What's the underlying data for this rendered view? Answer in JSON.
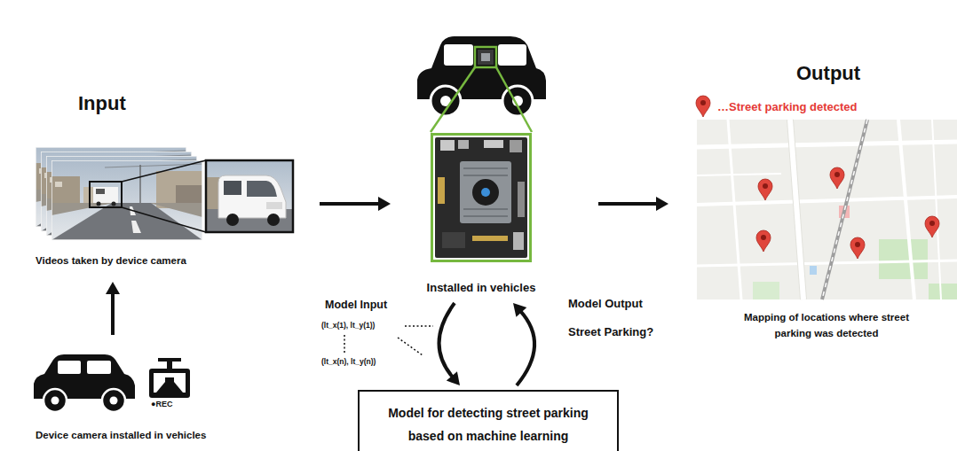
{
  "diagram": {
    "nodes": [
      {
        "text": [
          "Videos taken by device camera"
        ]
      },
      {
        "text": [
          "Device camera installed in vehicles"
        ]
      },
      {
        "text": [
          "Installed in vehicles"
        ]
      },
      {
        "text": [
          "Model for detecting street parking based on machine learning"
        ]
      },
      {
        "text": [
          "Mapping of locations where street parking was detected"
        ]
      }
    ],
    "edges": [
      {
        "from": 1,
        "to": 0,
        "arrow": "to"
      },
      {
        "from": 0,
        "to": 2,
        "arrow": "to"
      },
      {
        "from": 2,
        "to": 4,
        "arrow": "to"
      },
      {
        "from": 2,
        "to": 3,
        "arrow": "to",
        "label": "Model Input"
      },
      {
        "from": 3,
        "to": 2,
        "arrow": "to",
        "label": "Model Output Street Parking?"
      }
    ],
    "labels": [
      "Input",
      "●REC",
      "(lt_x(1), lt_y(1))",
      "(lt_x(n), lt_y(n))",
      "Output"
    ],
    "legend": [
      {
        "text": "…Street parking detected"
      }
    ]
  }
}
